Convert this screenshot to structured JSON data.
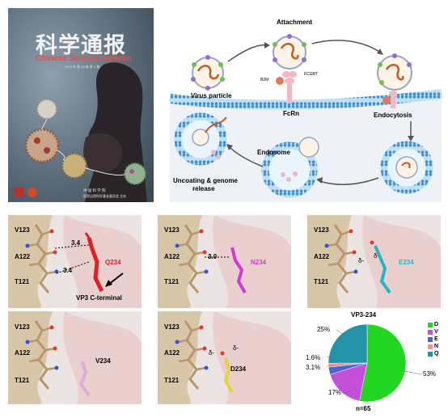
{
  "cover": {
    "title_cn": "科学通报",
    "title_en": "Chinese Science Bulletin",
    "issue_line": "2023 年 第 68 卷 第 1 期",
    "publisher_cn_1": "中 国 科 学 院",
    "publisher_cn_2": "国家自然科学基金委员会  主办"
  },
  "diagram": {
    "labels": {
      "attachment": "Attachment",
      "virus_particle": "Virus particle",
      "fcgrt": "FCGRT",
      "b2m": "B2M",
      "fcrn": "FcRn",
      "endocytosis": "Endocytosis",
      "endosome": "Endosome",
      "uncoating_1": "Uncoating & genome",
      "uncoating_2": "release"
    }
  },
  "structures": [
    {
      "residues": [
        "V123",
        "A122",
        "T121"
      ],
      "mutant": "Q234",
      "mutant_color": "#e02020",
      "distances": [
        "3.4",
        "3.4"
      ],
      "note": "VP3 C-terminal"
    },
    {
      "residues": [
        "V123",
        "A122",
        "T121"
      ],
      "mutant": "N234",
      "mutant_color": "#d23ad2",
      "distances": [
        "3.0"
      ]
    },
    {
      "residues": [
        "V123",
        "A122",
        "T121"
      ],
      "mutant": "E234",
      "mutant_color": "#27b3c4",
      "charges": [
        "δ-",
        "δ-"
      ]
    },
    {
      "residues": [
        "V123",
        "A122",
        "T121"
      ],
      "mutant": "V234",
      "mutant_color": "#000000"
    },
    {
      "residues": [
        "V123",
        "A122",
        "T121"
      ],
      "mutant": "D234",
      "mutant_color": "#000000",
      "charges": [
        "δ-",
        "δ-"
      ]
    }
  ],
  "chart_data": {
    "type": "pie",
    "title": "VP3-234",
    "categories": [
      "D",
      "V",
      "E",
      "N",
      "Q"
    ],
    "values": [
      53,
      17,
      3.1,
      1.6,
      25
    ],
    "value_labels": [
      "53%",
      "17%",
      "3.1%",
      "1.6%",
      "25%"
    ],
    "colors": [
      "#22d622",
      "#c44fd8",
      "#4a63d6",
      "#ef8f8f",
      "#2394a8"
    ],
    "legend_position": "right",
    "footer": "n=65"
  }
}
